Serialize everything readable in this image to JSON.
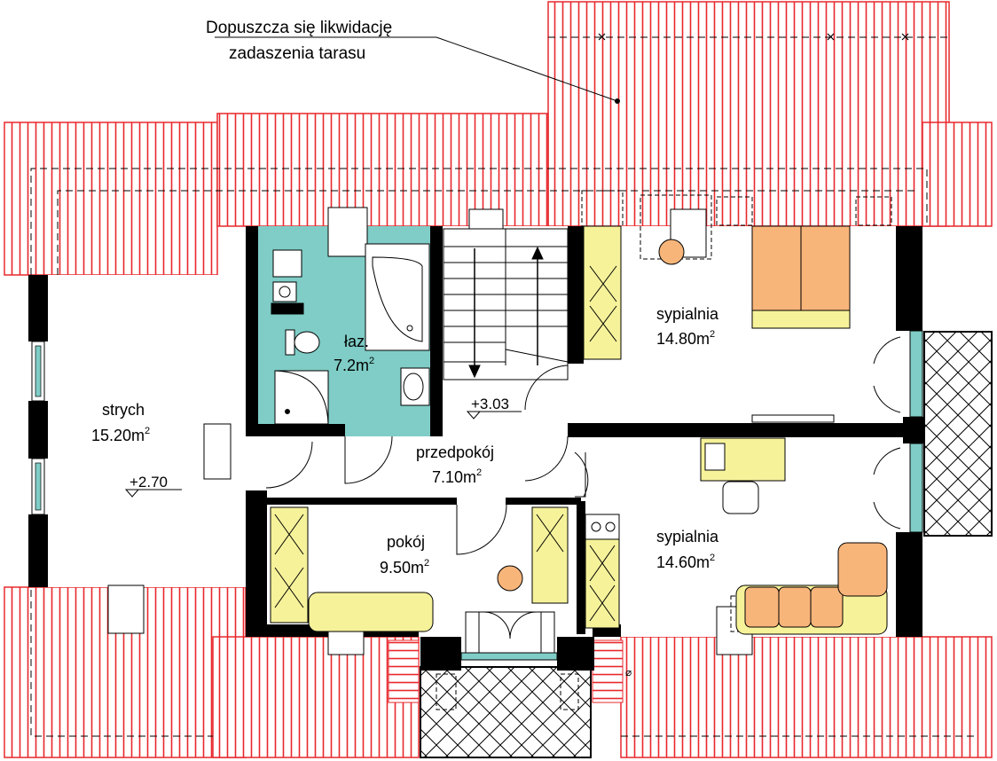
{
  "note": {
    "line1": "Dopuszcza się likwidację",
    "line2": "zadaszenia tarasu"
  },
  "rooms": {
    "laz": {
      "name": "łaz.",
      "area": "7.2m",
      "sup": "2"
    },
    "sypialnia1": {
      "name": "sypialnia",
      "area": "14.80m",
      "sup": "2"
    },
    "strych": {
      "name": "strych",
      "area": "15.20m",
      "sup": "2"
    },
    "przedpokoj": {
      "name": "przedpokój",
      "area": "7.10m",
      "sup": "2"
    },
    "pokoj": {
      "name": "pokój",
      "area": "9.50m",
      "sup": "2"
    },
    "sypialnia2": {
      "name": "sypialnia",
      "area": "14.60m",
      "sup": "2"
    }
  },
  "levels": {
    "stair": "+3.03",
    "attic": "+2.70"
  },
  "symbols": {
    "chimney": "⌀"
  },
  "colors": {
    "roof": "#e8282d",
    "wall": "#000000",
    "bathroom": "#7fcdc6",
    "furniture": "#f6f29a",
    "furniture_orange": "#f8b57a",
    "glass": "#7fcdc6"
  }
}
